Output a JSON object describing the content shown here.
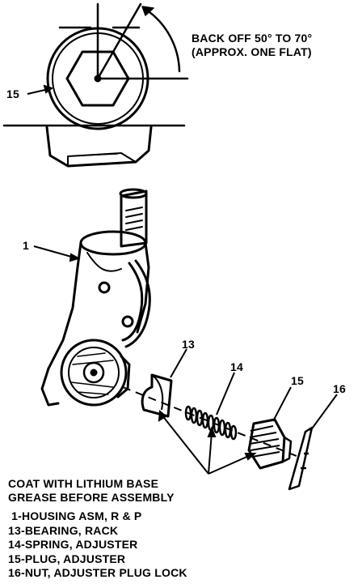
{
  "instruction": {
    "line1": "BACK OFF 50° TO 70°",
    "line2": "(APPROX. ONE FLAT)"
  },
  "callouts": {
    "c1": "1",
    "c13": "13",
    "c14": "14",
    "c15_top": "15",
    "c15": "15",
    "c16": "16"
  },
  "coat_note": {
    "line1": "COAT WITH LITHIUM BASE",
    "line2": "GREASE BEFORE ASSEMBLY"
  },
  "legend": {
    "items": [
      " 1-HOUSING ASM, R & P",
      "13-BEARING, RACK",
      "14-SPRING, ADJUSTER",
      "15-PLUG, ADJUSTER",
      "16-NUT, ADJUSTER PLUG LOCK"
    ]
  }
}
